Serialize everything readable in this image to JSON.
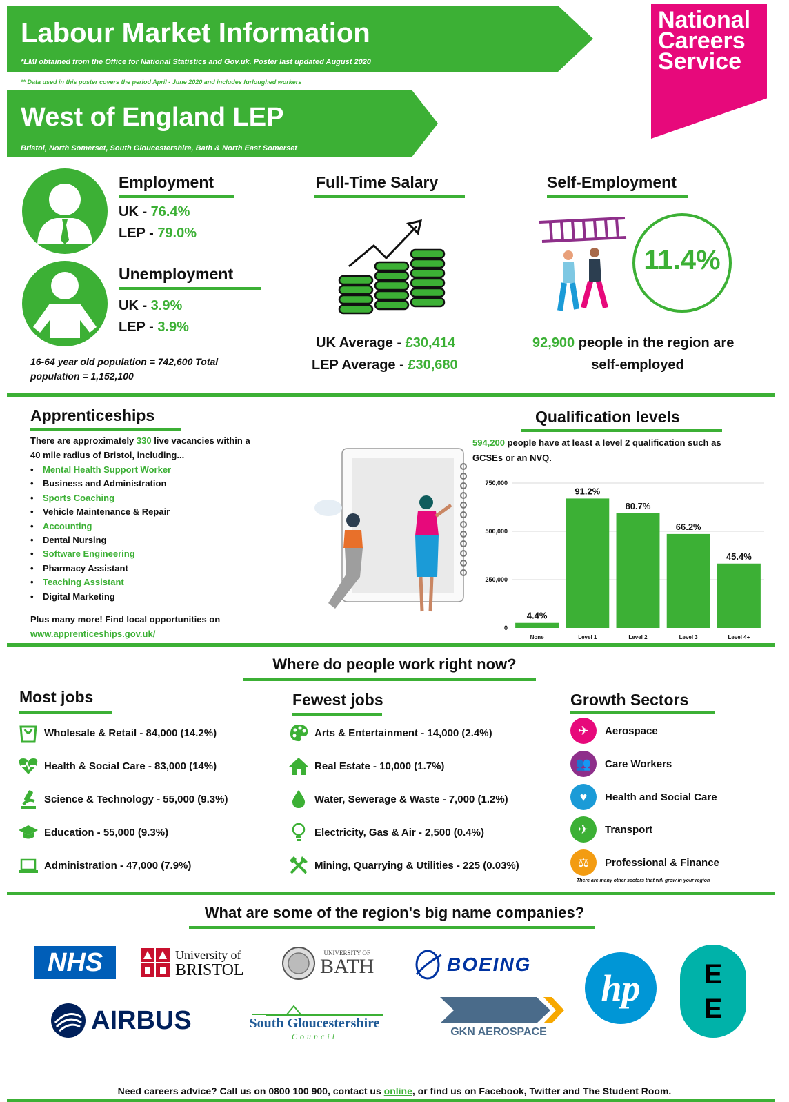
{
  "header": {
    "title": "Labour Market Information",
    "note1": "*LMI obtained from the Office for National Statistics and Gov.uk. Poster last updated August 2020",
    "note2": "** Data used in this poster covers the period April - June 2020 and includes furloughed workers",
    "region": "West of England LEP",
    "region_sub": "Bristol, North Somerset, South Gloucestershire, Bath & North East Somerset",
    "logo_lines": [
      "National",
      "Careers",
      "Service"
    ]
  },
  "employment": {
    "title": "Employment",
    "uk_label": "UK - ",
    "uk_value": "76.4%",
    "lep_label": "LEP - ",
    "lep_value": "79.0%"
  },
  "unemployment": {
    "title": "Unemployment",
    "uk_label": "UK - ",
    "uk_value": "3.9%",
    "lep_label": "LEP - ",
    "lep_value": "3.9%"
  },
  "population_note": "16-64 year old population = 742,600 Total population = 1,152,100",
  "salary": {
    "title": "Full-Time Salary",
    "uk_label": "UK Average - ",
    "uk_value": "£30,414",
    "lep_label": "LEP Average - ",
    "lep_value": "£30,680"
  },
  "self_employment": {
    "title": "Self-Employment",
    "percent": "11.4%",
    "count": "92,900",
    "text_a": " people in the region are",
    "text_b": "self-employed"
  },
  "apprenticeships": {
    "title": "Apprenticeships",
    "intro_a": "There are approximately ",
    "intro_count": "330",
    "intro_b": " live vacancies within a",
    "intro_c": "40 mile radius of Bristol, including...",
    "items": [
      "Mental Health Support Worker",
      "Business and Administration",
      "Sports Coaching",
      "Vehicle Maintenance & Repair",
      "Accounting",
      "Dental Nursing",
      "Software Engineering",
      "Pharmacy Assistant",
      "Teaching Assistant",
      "Digital Marketing"
    ],
    "more": "Plus many more! Find local opportunities on",
    "link": "www.apprenticeships.gov.uk/"
  },
  "qualifications": {
    "title": "Qualification levels",
    "count": "594,200",
    "text_a": " people have at least a level 2 qualification such as",
    "text_b": "GCSEs or an NVQ."
  },
  "chart_data": {
    "type": "bar",
    "categories": [
      "None",
      "Level 1",
      "Level 2",
      "Level 3",
      "Level 4+"
    ],
    "values": [
      26000,
      670000,
      593000,
      486000,
      333000
    ],
    "labels": [
      "4.4%",
      "91.2%",
      "80.7%",
      "66.2%",
      "45.4%"
    ],
    "yticks": [
      0,
      250000,
      500000,
      750000
    ],
    "ytick_labels": [
      "0",
      "250,000",
      "500,000",
      "750,000"
    ],
    "ylim": [
      0,
      750000
    ],
    "grid": true,
    "color": "#3cb035"
  },
  "work": {
    "title": "Where do people work right now?",
    "most_title": "Most jobs",
    "most": [
      {
        "icon": "shopping-bag-icon",
        "label": "Wholesale & Retail - 84,000 (14.2%)"
      },
      {
        "icon": "heartbeat-icon",
        "label": "Health & Social Care - 83,000 (14%)"
      },
      {
        "icon": "microscope-icon",
        "label": "Science & Technology - 55,000 (9.3%)"
      },
      {
        "icon": "graduation-cap-icon",
        "label": "Education - 55,000 (9.3%)"
      },
      {
        "icon": "laptop-icon",
        "label": "Administration - 47,000 (7.9%)"
      }
    ],
    "fewest_title": "Fewest jobs",
    "fewest": [
      {
        "icon": "palette-icon",
        "label": "Arts & Entertainment - 14,000 (2.4%)"
      },
      {
        "icon": "house-icon",
        "label": "Real Estate - 10,000 (1.7%)"
      },
      {
        "icon": "water-drop-icon",
        "label": "Water, Sewerage & Waste - 7,000 (1.2%)"
      },
      {
        "icon": "lightbulb-icon",
        "label": "Electricity, Gas & Air - 2,500 (0.4%)"
      },
      {
        "icon": "tools-icon",
        "label": "Mining, Quarrying & Utilities - 225 (0.03%)"
      }
    ],
    "growth_title": "Growth Sectors",
    "growth": [
      {
        "icon": "plane-icon",
        "color": "#e7097b",
        "label": "Aerospace"
      },
      {
        "icon": "people-icon",
        "color": "#8e2f8a",
        "label": "Care Workers"
      },
      {
        "icon": "heart-icon",
        "color": "#1b9bd7",
        "label": "Health and Social Care"
      },
      {
        "icon": "plane-icon",
        "color": "#3cb035",
        "label": "Transport"
      },
      {
        "icon": "scales-icon",
        "color": "#f39c12",
        "label": "Professional & Finance"
      }
    ],
    "growth_note": "There are many other sectors that will grow in your region"
  },
  "companies": {
    "title": "What are some of the region's big name companies?",
    "nhs": "NHS",
    "bristol_a": "University of",
    "bristol_b": "BRISTOL",
    "bath_a": "UNIVERSITY OF",
    "bath_b": "BATH",
    "boeing": "BOEING",
    "hp": "hp",
    "ee": "EE",
    "airbus": "AIRBUS",
    "sglos_a": "South Gloucestershire",
    "sglos_b": "Council",
    "gkn": "GKN AEROSPACE"
  },
  "footer": {
    "text_a": "Need careers advice? Call us on 0800 100 900, contact us ",
    "link": "online",
    "text_b": ", or find us on Facebook, Twitter and The Student Room."
  }
}
